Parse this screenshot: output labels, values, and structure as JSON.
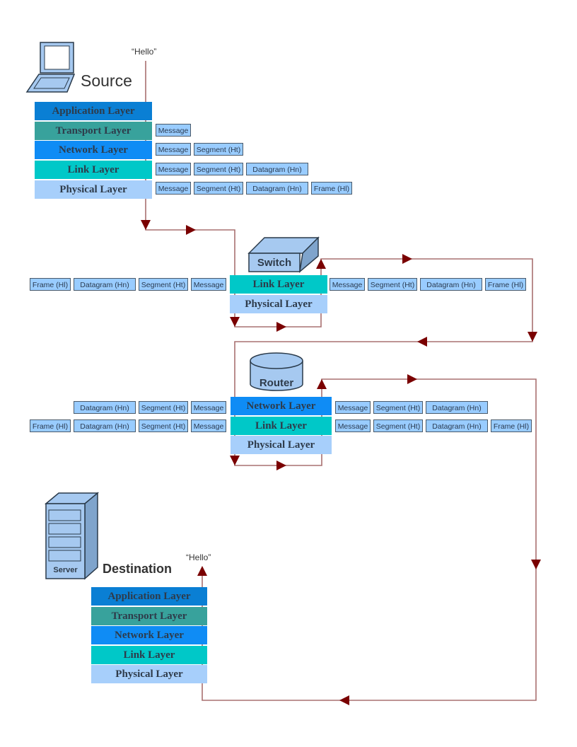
{
  "colors": {
    "application": "#0a7fd4",
    "transport": "#38a29c",
    "network": "#0f8cf5",
    "link": "#00c8c8",
    "physical": "#a7cffb",
    "packet_fill": "#99ccff",
    "arrow": "#a87070",
    "arrowhead": "#7a0000",
    "device_fill": "#a6c9f0",
    "device_stroke": "#2a3a4a"
  },
  "source": {
    "title": "Source",
    "hello": "“Hello”",
    "icon": "laptop-icon",
    "layers": [
      "Application Layer",
      "Transport Layer",
      "Network Layer",
      "Link Layer",
      "Physical Layer"
    ],
    "packets": [
      [
        "Message"
      ],
      [
        "Message",
        "Segment (Ht)"
      ],
      [
        "Message",
        "Segment (Ht)",
        "Datagram (Hn)"
      ],
      [
        "Message",
        "Segment (Ht)",
        "Datagram (Hn)",
        "Frame (Hl)"
      ]
    ]
  },
  "switch": {
    "label": "Switch",
    "icon": "switch-icon",
    "layers": [
      "Link Layer",
      "Physical Layer"
    ],
    "left_packets": [
      "Frame (Hl)",
      "Datagram (Hn)",
      "Segment (Ht)",
      "Message"
    ],
    "right_packets": [
      "Message",
      "Segment (Ht)",
      "Datagram (Hn)",
      "Frame (Hl)"
    ]
  },
  "router": {
    "label": "Router",
    "icon": "router-cylinder-icon",
    "layers": [
      "Network Layer",
      "Link Layer",
      "Physical Layer"
    ],
    "left_packets_network": [
      "Datagram (Hn)",
      "Segment (Ht)",
      "Message"
    ],
    "left_packets_link": [
      "Frame (Hl)",
      "Datagram (Hn)",
      "Segment (Ht)",
      "Message"
    ],
    "right_packets_network": [
      "Message",
      "Segment (Ht)",
      "Datagram (Hn)"
    ],
    "right_packets_link": [
      "Message",
      "Segment (Ht)",
      "Datagram (Hn)",
      "Frame (Hl)"
    ]
  },
  "destination": {
    "title": "Destination",
    "hello": "“Hello”",
    "server_label": "Server",
    "icon": "server-icon",
    "layers": [
      "Application Layer",
      "Transport Layer",
      "Network Layer",
      "Link Layer",
      "Physical Layer"
    ]
  }
}
